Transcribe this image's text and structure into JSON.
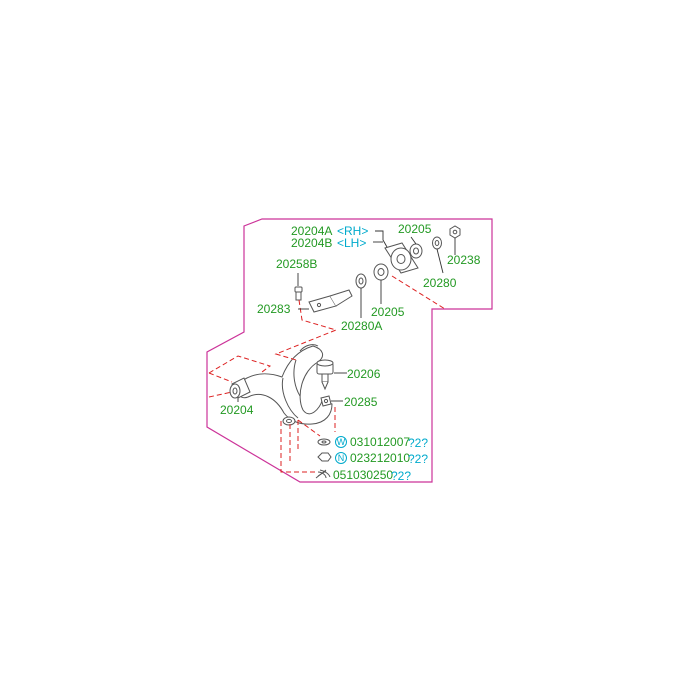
{
  "colors": {
    "background": "#ffffff",
    "outline": "#cc3399",
    "part_number": "#229922",
    "side_note": "#00aacc",
    "leader": "#333333",
    "dashed_link": "#dd2222",
    "drawing": "#555555"
  },
  "parts": {
    "p20204A": "20204A",
    "p20204A_side": "<RH>",
    "p20204B": "20204B",
    "p20204B_side": "<LH>",
    "p20205": "20205",
    "p20205b": "20205",
    "p20238": "20238",
    "p20280": "20280",
    "p20258B": "20258B",
    "p20283": "20283",
    "p20280A": "20280A",
    "p20206": "20206",
    "p20285": "20285",
    "p20204": "20204"
  },
  "fasteners": [
    {
      "symbol": "W",
      "number": "031012007",
      "suffix": "?2?"
    },
    {
      "symbol": "N",
      "number": "023212010",
      "suffix": "?2?"
    },
    {
      "symbol": "",
      "number": "051030250",
      "suffix": "?2?"
    }
  ],
  "icons": {
    "washer": "washer-symbol-icon",
    "nut": "nut-symbol-icon",
    "cotter_pin": "cotter-pin-icon"
  }
}
